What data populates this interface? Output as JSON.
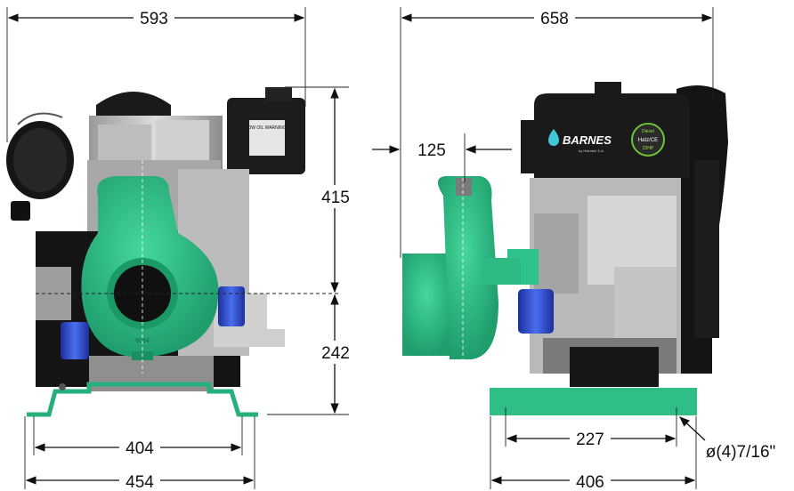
{
  "dimensions": {
    "front_overall_width": "593",
    "front_upper_height": "415",
    "front_lower_height": "242",
    "front_base_inner": "404",
    "front_base_outer": "454",
    "side_overall_length": "658",
    "side_offset": "125",
    "side_hole_spacing": "227",
    "side_base_length": "406",
    "hole_spec": "ø(4)7/16\""
  },
  "labels": {
    "brand": "BARNES",
    "brand_sub": "by Hidrotek S.A.",
    "badge_top": "Diesel",
    "badge_mid": "Hatz/CE",
    "badge_bottom": "22HP",
    "panel_text": "LOW OIL WARNING !",
    "pump_mark": "6064"
  },
  "colors": {
    "pump_green": "#2ec38a",
    "engine_black": "#1c1c1c",
    "filter_blue": "#2f4fc8",
    "dimension_black": "#111111"
  },
  "icons": [
    "water-drop-icon"
  ]
}
